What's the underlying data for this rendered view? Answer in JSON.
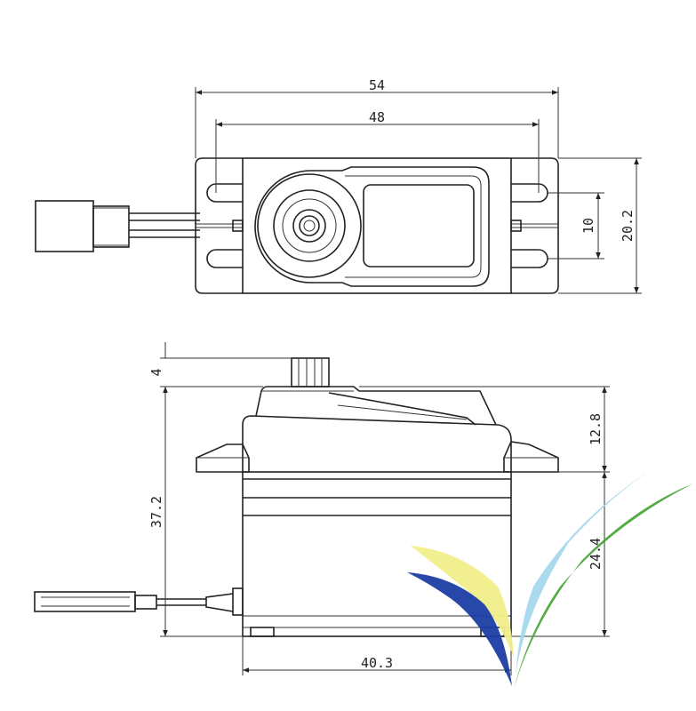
{
  "dimensions": {
    "top_view": {
      "overall_length": "54",
      "mount_hole_spacing": "48",
      "hole_vertical_spacing": "10",
      "overall_width": "20.2"
    },
    "side_view": {
      "spline_height": "4",
      "total_height": "37.2",
      "top_to_flange": "12.8",
      "flange_to_bottom": "24.4",
      "case_length": "40.3"
    }
  },
  "logo": {
    "colors": [
      "#f2ef8c",
      "#a6d9ee",
      "#1c3fa5",
      "#4aa83a"
    ]
  }
}
